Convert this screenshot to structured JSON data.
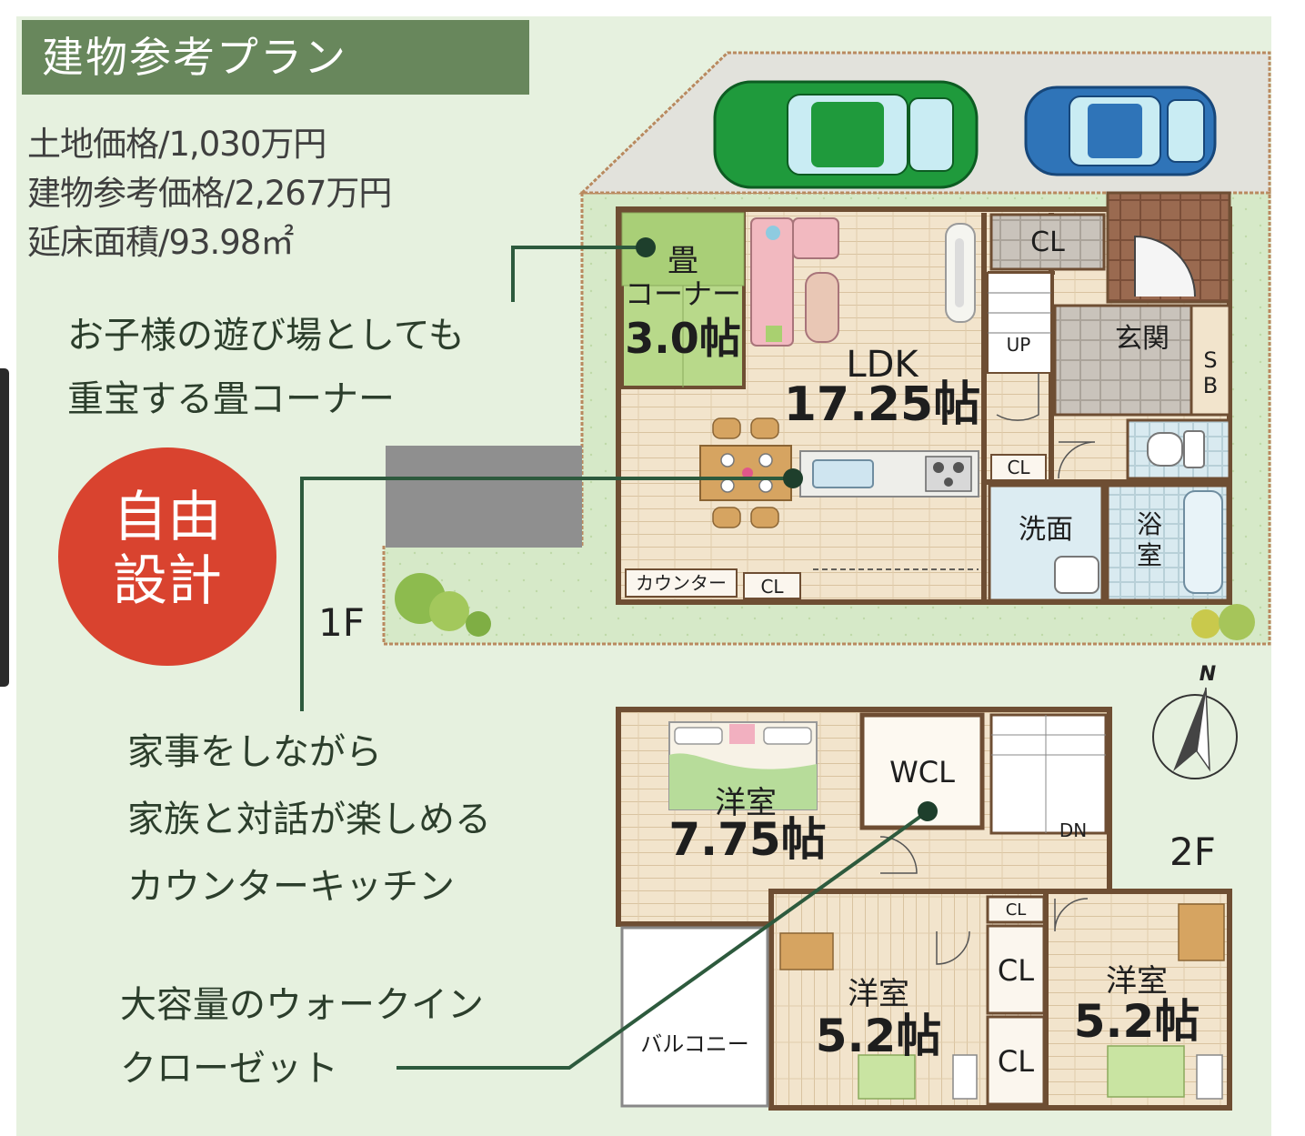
{
  "header": {
    "title": "建物参考プラン"
  },
  "info": {
    "land_price": "土地価格/1,030万円",
    "building_price": "建物参考価格/2,267万円",
    "floor_area": "延床面積/93.98㎡"
  },
  "callouts": {
    "tatami_line1": "お子様の遊び場としても",
    "tatami_line2": "重宝する畳コーナー",
    "kitchen_line1": "家事をしながら",
    "kitchen_line2": "家族と対話が楽しめる",
    "kitchen_line3": "カウンターキッチン",
    "closet_line1": "大容量のウォークイン",
    "closet_line2": "クローゼット"
  },
  "badge": {
    "line1": "自由",
    "line2": "設計"
  },
  "floors": {
    "first": "1F",
    "second": "2F"
  },
  "compass": {
    "north": "N"
  },
  "rooms_1f": {
    "tatami_name1": "畳",
    "tatami_name2": "コーナー",
    "tatami_size": "3.0帖",
    "ldk_name": "LDK",
    "ldk_size": "17.25帖",
    "cl_top": "CL",
    "genkan": "玄関",
    "sb_s": "S",
    "sb_b": "B",
    "up": "UP",
    "cl_small": "CL",
    "senmen": "洗面",
    "yoku1": "浴",
    "yoku2": "室",
    "counter": "カウンター",
    "cl_bottom": "CL"
  },
  "rooms_2f": {
    "room1_name": "洋室",
    "room1_size": "7.75帖",
    "wcl": "WCL",
    "dn": "DN",
    "cl_a": "CL",
    "cl_b": "CL",
    "cl_c": "CL",
    "room2_name": "洋室",
    "room2_size": "5.2帖",
    "room3_name": "洋室",
    "room3_size": "5.2帖",
    "balcony": "バルコニー"
  },
  "colors": {
    "panel": "#e6f1df",
    "title_band": "#68875c",
    "badge": "#d9432f",
    "floor_wood": "#f0e1c8",
    "tatami": "#b8d98a",
    "wall": "#7a5a3c",
    "green_car": "#1f9a3c",
    "blue_car": "#2f74b8",
    "leader_line": "#2d5a3d"
  }
}
